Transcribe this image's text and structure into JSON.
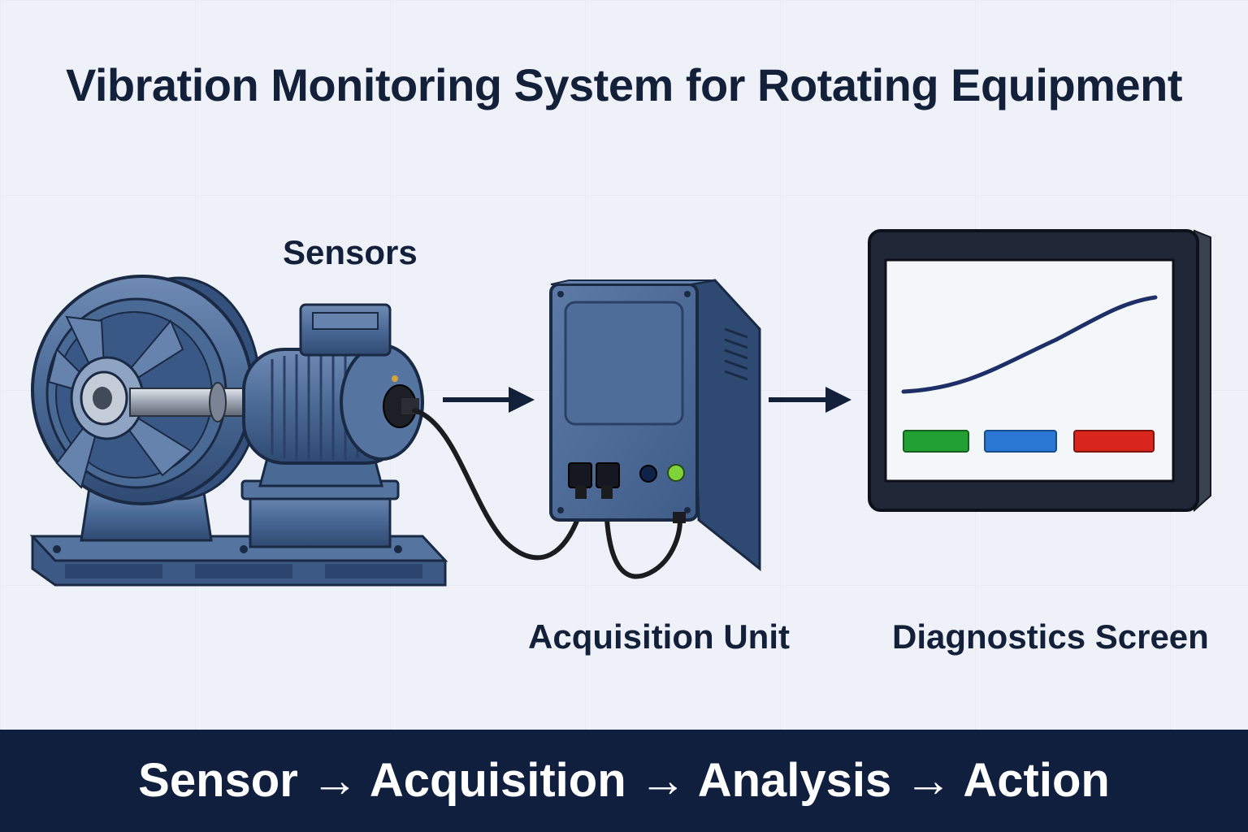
{
  "title": "Vibration Monitoring System for Rotating Equipment",
  "labels": {
    "sensors": "Sensors",
    "acquisition_unit": "Acquisition Unit",
    "diagnostics_screen": "Diagnostics Screen"
  },
  "footer": {
    "flow": "Sensor → Acquisition → Analysis → Action"
  },
  "icons": [
    "fan-icon",
    "motor-icon",
    "sensor-icon",
    "acquisition-box-icon",
    "monitor-icon",
    "arrow-right-icon"
  ],
  "colors": {
    "machine_blue": "#4a6a96",
    "dark_navy": "#13203a",
    "footer_bg": "#0f1f3d",
    "status_green": "#22a033",
    "status_blue": "#2b78d4",
    "status_red": "#d8261c",
    "led_green": "#7ed23a"
  }
}
